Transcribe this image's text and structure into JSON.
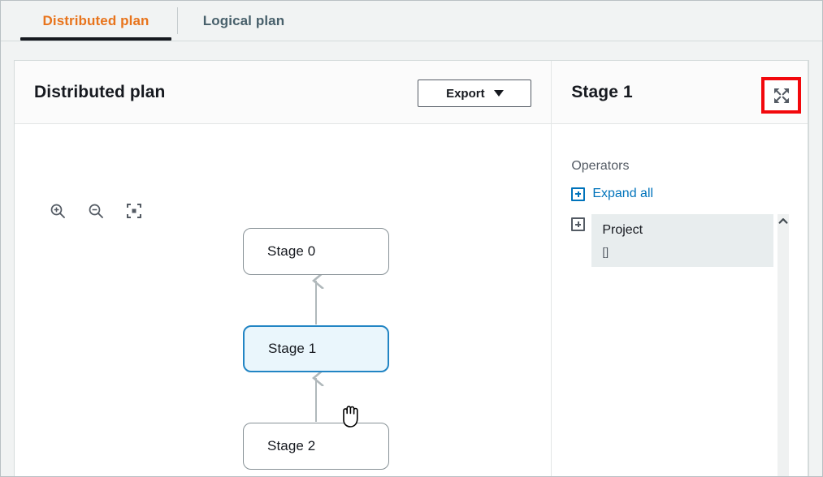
{
  "tabs": [
    {
      "label": "Distributed plan",
      "active": true
    },
    {
      "label": "Logical plan",
      "active": false
    }
  ],
  "graph_panel": {
    "title": "Distributed plan",
    "export_label": "Export",
    "toolbar": {
      "zoom_in": "zoom-in-icon",
      "zoom_out": "zoom-out-icon",
      "fit_screen": "fit-to-screen-icon"
    },
    "nodes": [
      {
        "id": "stage0",
        "label": "Stage 0",
        "selected": false
      },
      {
        "id": "stage1",
        "label": "Stage 1",
        "selected": true
      },
      {
        "id": "stage2",
        "label": "Stage 2",
        "selected": false
      }
    ],
    "edges": [
      {
        "from": "stage1",
        "to": "stage0"
      },
      {
        "from": "stage2",
        "to": "stage1"
      }
    ],
    "cursor": "grab-hand-cursor"
  },
  "detail_panel": {
    "title": "Stage 1",
    "expand_icon": "expand-fullscreen-icon",
    "operators_label": "Operators",
    "expand_all_label": "Expand all",
    "operators": [
      {
        "name": "Project",
        "detail": "[]"
      }
    ],
    "scrollbar": "vertical-scrollbar"
  },
  "colors": {
    "tab_active": "#e8741c",
    "tab_inactive": "#48606b",
    "node_selected_border": "#2285c4",
    "node_selected_fill": "#eaf6fc",
    "node_border": "#879196",
    "link": "#0073bb",
    "highlight_box": "#f2080c",
    "operator_row_bg": "#e8edee"
  }
}
